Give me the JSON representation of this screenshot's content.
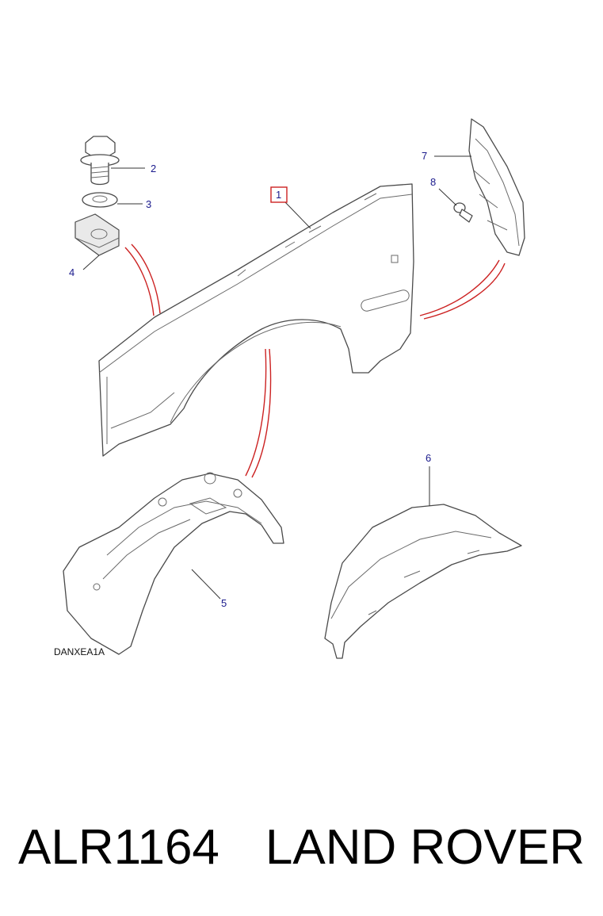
{
  "diagram": {
    "callouts": [
      "1",
      "2",
      "3",
      "4",
      "5",
      "6",
      "7",
      "8"
    ],
    "reference_code": "DANXEA1A",
    "colors": {
      "callout_text": "#1a1a8c",
      "highlight_box": "#cc2222",
      "connector_lines": "#cc2222",
      "outline": "#4a4a4a"
    }
  },
  "footer": {
    "part_number": "ALR1164",
    "brand": "LAND ROVER"
  }
}
